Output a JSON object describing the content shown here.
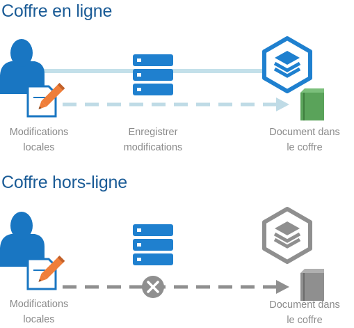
{
  "online": {
    "title": "Coffre en ligne",
    "captions": {
      "user_line1": "Modifications",
      "user_line2": "locales",
      "server_line1": "Enregistrer",
      "server_line2": "modifications",
      "doc_line1": "Document dans",
      "doc_line2": "le coffre"
    }
  },
  "offline": {
    "title": "Coffre hors-ligne",
    "captions": {
      "user_line1": "Modifications",
      "user_line2": "locales",
      "doc_line1": "Document dans",
      "doc_line2": "le coffre"
    }
  },
  "colors": {
    "title": "#1a5b96",
    "user_blue": "#1976c2",
    "server_blue": "#1f80cf",
    "vault_blue": "#1f80cf",
    "link_light": "#c3e0ea",
    "arrow_light": "#bfdbe6",
    "pencil_orange": "#ef7e3a",
    "book_green": "#5aa35a",
    "offline_gray": "#8f8f8f",
    "caption_gray": "#8a8a8a"
  },
  "icons": {
    "user": "user-icon",
    "edit": "edit-document-icon",
    "server": "server-icon",
    "vault": "vault-icon",
    "document": "book-icon",
    "blocked": "blocked-x-icon"
  }
}
